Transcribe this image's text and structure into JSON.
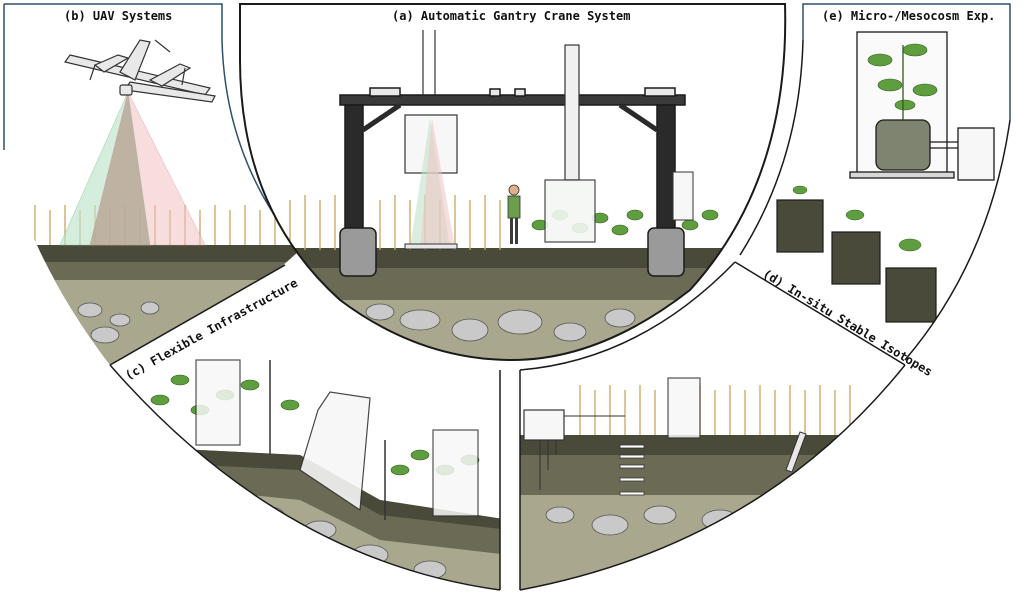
{
  "panels": {
    "a": {
      "label": "(a) Automatic Gantry Crane System"
    },
    "b": {
      "label": "(b) UAV Systems"
    },
    "c": {
      "label": "(c) Flexible Infrastructure"
    },
    "d": {
      "label": "(d) In-situ Stable Isotopes"
    },
    "e": {
      "label": "(e) Micro-/Mesocosm Exp."
    }
  },
  "colors": {
    "frame": "#1a1a1a",
    "panel_border": "#2f4f6f",
    "soil_dark": "#4a4a3a",
    "soil_mid": "#6b6a55",
    "soil_light": "#a9a88e",
    "rock": "#c9c9c9",
    "wheat": "#d9b97a",
    "plant_green": "#5e9e3e",
    "sensor_beam_green": "#bfe3c9",
    "sensor_beam_red": "#f1c2c2"
  }
}
